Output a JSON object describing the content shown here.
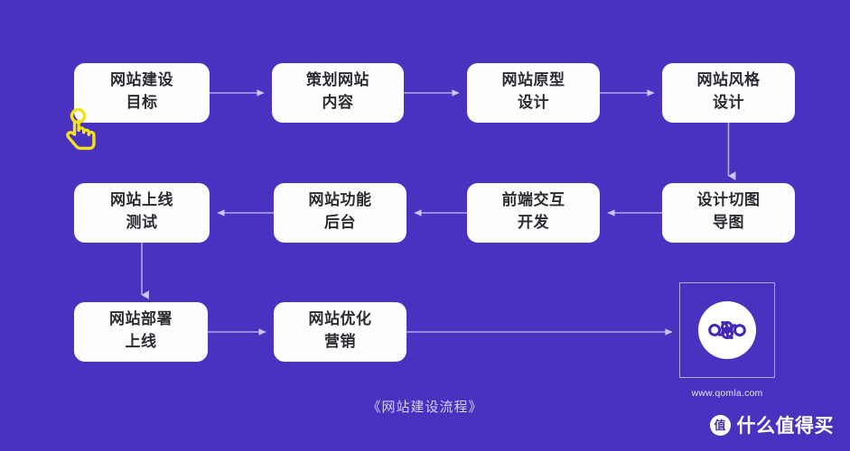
{
  "canvas": {
    "background_color": "#4a32c0",
    "node_fill": "#fdfdfd",
    "node_text_color": "#2b2b33",
    "connector_color": "#b9acec",
    "cursor_color": "#f5e11a"
  },
  "caption": "《网站建设流程》",
  "nodes": [
    {
      "id": "n1",
      "label": "网站建设\n目标"
    },
    {
      "id": "n2",
      "label": "策划网站\n内容"
    },
    {
      "id": "n3",
      "label": "网站原型\n设计"
    },
    {
      "id": "n4",
      "label": "网站风格\n设计"
    },
    {
      "id": "n5",
      "label": "网站上线\n测试"
    },
    {
      "id": "n6",
      "label": "网站功能\n后台"
    },
    {
      "id": "n7",
      "label": "前端交互\n开发"
    },
    {
      "id": "n8",
      "label": "设计切图\n导图"
    },
    {
      "id": "n9",
      "label": "网站部署\n上线"
    },
    {
      "id": "n10",
      "label": "网站优化\n营销"
    }
  ],
  "logo": {
    "icon_name": "qomla-clover-logo",
    "url": "www.qomla.com"
  },
  "cursor": {
    "icon_name": "hand-tap-cursor-icon"
  },
  "watermark": {
    "badge": "值",
    "text": "什么值得买"
  }
}
